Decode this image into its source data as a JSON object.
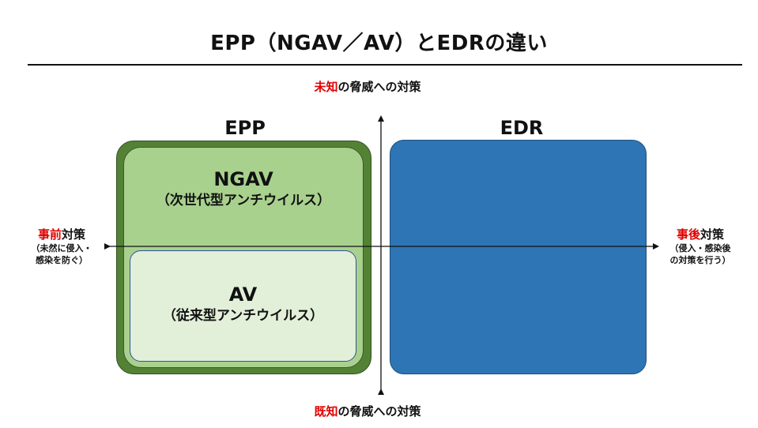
{
  "title": "EPP（NGAV／AV）とEDRの違い",
  "top_label": {
    "highlight": "未知",
    "rest": "の脅威への対策"
  },
  "bottom_label": {
    "highlight": "既知",
    "rest": "の脅威への対策"
  },
  "left_label": {
    "highlight": "事前",
    "rest": "対策",
    "note_line1": "（未然に侵入・",
    "note_line2": "感染を防ぐ）"
  },
  "right_label": {
    "highlight": "事後",
    "rest": "対策",
    "note_line1": "（侵入・感染後",
    "note_line2": "の対策を行う）"
  },
  "epp": {
    "title": "EPP"
  },
  "edr": {
    "title": "EDR"
  },
  "ngav": {
    "name": "NGAV",
    "desc": "（次世代型アンチウイルス）"
  },
  "av": {
    "name": "AV",
    "desc": "（従来型アンチウイルス）"
  },
  "colors": {
    "highlight": "#e00000",
    "epp_outer": "#548235",
    "ngav_fill": "#a9d18e",
    "av_fill": "#e2efd9",
    "edr_fill": "#2e75b6"
  }
}
